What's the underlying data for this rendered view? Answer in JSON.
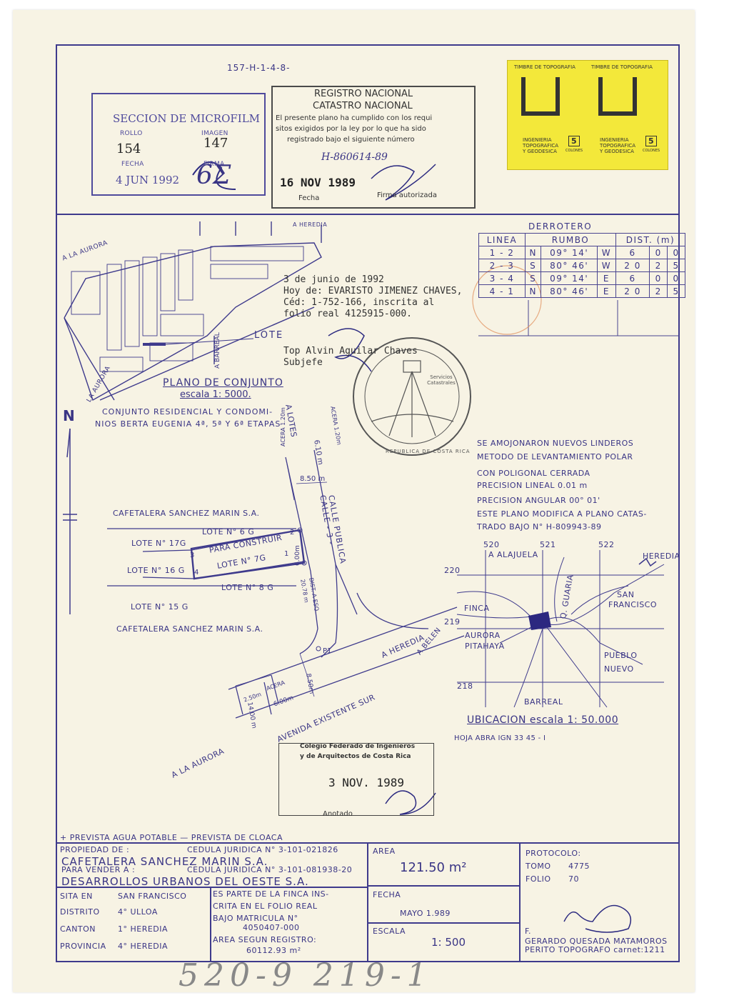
{
  "header": {
    "plan_code": "157-H-1-4-8-"
  },
  "microfilm_stamp": {
    "title": "SECCION DE MICROFILM",
    "rollo_label": "ROLLO",
    "imagen_label": "IMAGEN",
    "rollo": "154",
    "imagen": "147",
    "fecha_label": "FECHA",
    "firma_label": "FIRMA",
    "fecha": "4 JUN 1992",
    "firma_hand": "6Σ"
  },
  "registro_stamp": {
    "line1": "REGISTRO NACIONAL",
    "line2": "CATASTRO NACIONAL",
    "text1": "El presente plano ha cumplido con los requi",
    "text2": "sitos exigidos por la ley por lo que ha sido",
    "text3": "registrado bajo el siguiente número",
    "number": "H-860614-89",
    "date": "16 NOV 1989",
    "fecha_label": "Fecha",
    "firma_label": "Firma autorizada"
  },
  "timbres": [
    {
      "title": "TIMBRE DE TOPOGRAFIA",
      "org1": "INGENIERIA",
      "org2": "TOPOGRAFICA",
      "org3": "Y GEODESICA",
      "value": "5",
      "unit": "COLONES"
    },
    {
      "title": "TIMBRE DE TOPOGRAFIA",
      "org1": "INGENIERIA",
      "org2": "TOPOGRAFICA",
      "org3": "Y GEODESICA",
      "value": "5",
      "unit": "COLONES"
    }
  ],
  "derrotero": {
    "title": "DERROTERO",
    "headers": [
      "LINEA",
      "RUMBO",
      "DIST. (m)"
    ],
    "rows": [
      [
        "1 - 2",
        "N",
        "09° 14'",
        "W",
        "6",
        "0",
        "0"
      ],
      [
        "2 - 3",
        "S",
        "80° 46'",
        "W",
        "2 0",
        "2",
        "5"
      ],
      [
        "3 - 4",
        "S",
        "09° 14'",
        "E",
        "6",
        "0",
        "0"
      ],
      [
        "4 - 1",
        "N",
        "80° 46'",
        "E",
        "2 0",
        "2",
        "5"
      ]
    ]
  },
  "typed_note": {
    "l1": "3 de junio de 1992",
    "l2": "Hoy de:  EVARISTO JIMENEZ CHAVES,",
    "l3": "Céd: 1-752-166, inscrita al",
    "l4": "folio real 4125915-000.",
    "l5": "Top Alvin Aguilar Chaves",
    "l6": "Subjefe"
  },
  "seal": {
    "center": "Servicios Catastrales",
    "ring": "REPUBLICA DE COSTA RICA"
  },
  "conjunto": {
    "a_heredia": "A HEREDIA",
    "a_la_aurora": "A LA AURORA",
    "a_la_aurora2": "LA AURORA",
    "lote": "LOTE",
    "a_barreal": "A BARREAL",
    "title": "PLANO DE CONJUNTO",
    "scale": "escala  1: 5000.",
    "desc1": "CONJUNTO RESIDENCIAL  Y CONDOMI-",
    "desc2": "NIOS BERTA EUGENIA 4ª, 5ª Y 6ª ETAPAS",
    "north": "N"
  },
  "notes": {
    "l1": "SE AMOJONARON NUEVOS LINDEROS",
    "l2": "METODO DE LEVANTAMIENTO POLAR",
    "l3": "CON POLIGONAL CERRADA",
    "l4": "PRECISION LINEAL   0.01 m",
    "l5": "PRECISION ANGULAR  00° 01'",
    "l6": "ESTE PLANO MODIFICA A PLANO CATAS-",
    "l7": "TRADO BAJO N° H-809943-89"
  },
  "main_plan": {
    "a_lotes": "A LOTES",
    "acera1": "ACERA 1.20m",
    "acera2": "ACERA 1.20m",
    "d610": "6.10 m",
    "d850": "8.50 m",
    "calle1": "CALLE PUBLICA",
    "calle2": "CALLE - 3 -",
    "cafetalera_top": "CAFETALERA SANCHEZ MARIN S.A.",
    "cafetalera_bot": "CAFETALERA SANCHEZ MARIN S.A.",
    "lote6": "LOTE N° 6 G",
    "lote17": "LOTE N° 17G",
    "lote16": "LOTE N° 16 G",
    "lote15": "LOTE N° 15 G",
    "lote8": "LOTE N° 8 G",
    "lote7": "LOTE N° 7G",
    "para": "PARA CONSTRUIR",
    "d600a": "6.00m",
    "dist_esq": "DIST. A ESQ.",
    "d2078": "20.78 m",
    "p1": "P1",
    "a_heredia": "A HEREDIA",
    "a_belen": "A BELEN",
    "avenida": "AVENIDA  EXISTENTE  SUR",
    "a_la_aurora": "A LA AURORA",
    "d250": "2.50m",
    "acera3": "ACERA",
    "d600b": "6.00m",
    "d850b": "8.50m",
    "d1400": "14.00 m",
    "v1": "1",
    "v2": "2",
    "v3": "3",
    "v4": "4"
  },
  "ubicacion": {
    "t520": "520",
    "t521": "521",
    "t522": "522",
    "t220": "220",
    "t219": "219",
    "t218": "218",
    "a_alajuela": "A ALAJUELA",
    "heredia": "HEREDIA",
    "san_francisco1": "SAN",
    "san_francisco2": "FRANCISCO",
    "finca": "FINCA",
    "aurora": "AURORA",
    "pitahaya": "PITAHAYA",
    "q_guaria": "Q. GUARIA",
    "pueblo1": "PUEBLO",
    "pueblo2": "NUEVO",
    "barreal": "BARREAL",
    "title": "UBICACION  escala  1: 50.000",
    "hoja": "HOJA  ABRA   IGN    33 45 - I"
  },
  "colegio_stamp": {
    "l1": "Colegio Federado de Ingenieros",
    "l2": "y de Arquitectos de Costa Rica",
    "date": "3  NOV. 1989",
    "anotado": "Anotado"
  },
  "prevista": "+ PREVISTA  AGUA POTABLE — PREVISTA  DE  CLOACA",
  "titleblock": {
    "propiedad_label": "PROPIEDAD DE :",
    "cedula1": "CEDULA  JURIDICA N° 3-101-021826",
    "propietario": "CAFETALERA  SANCHEZ  MARIN  S.A.",
    "vender_label": "PARA VENDER A :",
    "cedula2": "CEDULA  JURIDICA  N° 3-101-081938-20",
    "comprador": "DESARROLLOS  URBANOS  DEL  OESTE   S.A.",
    "area_label": "AREA",
    "area_value": "121.50 m²",
    "protocolo_label": "PROTOCOLO:",
    "tomo_label": "TOMO",
    "tomo": "4775",
    "folio_label": "FOLIO",
    "folio": "70",
    "sita_label": "SITA EN",
    "sita": "SAN  FRANCISCO",
    "distrito_label": "DISTRITO",
    "distrito": "4°  ULLOA",
    "canton_label": "CANTON",
    "canton": "1°  HEREDIA",
    "provincia_label": "PROVINCIA",
    "provincia": "4°  HEREDIA",
    "finca1": "ES PARTE DE LA FINCA INS-",
    "finca2": "CRITA EN EL FOLIO REAL",
    "finca3": "BAJO MATRICULA  N°",
    "matricula": "4050407-000",
    "area_reg_label": "AREA SEGUN REGISTRO:",
    "area_reg": "60112.93 m²",
    "fecha_label": "FECHA",
    "fecha": "MAYO  1.989",
    "escala_label": "ESCALA",
    "escala": "1: 500",
    "f_label": "F.",
    "perito1": "GERARDO QUESADA MATAMOROS",
    "perito2": "PERITO TOPOGRAFO carnet:1211"
  },
  "bottom_handwritten": "520-9 219-1"
}
